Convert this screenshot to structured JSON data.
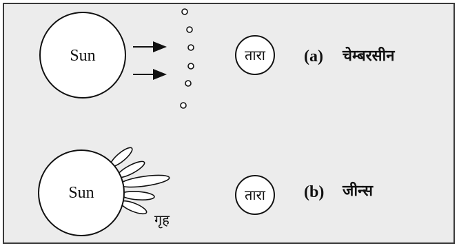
{
  "panel_a": {
    "sun_label": "Sun",
    "star_label": "तारा",
    "tag": "(a)",
    "caption": "चेम्बरसीन"
  },
  "panel_b": {
    "sun_label": "Sun",
    "star_label": "तारा",
    "planet_label": "गृह",
    "tag": "(b)",
    "caption": "जीन्स"
  }
}
